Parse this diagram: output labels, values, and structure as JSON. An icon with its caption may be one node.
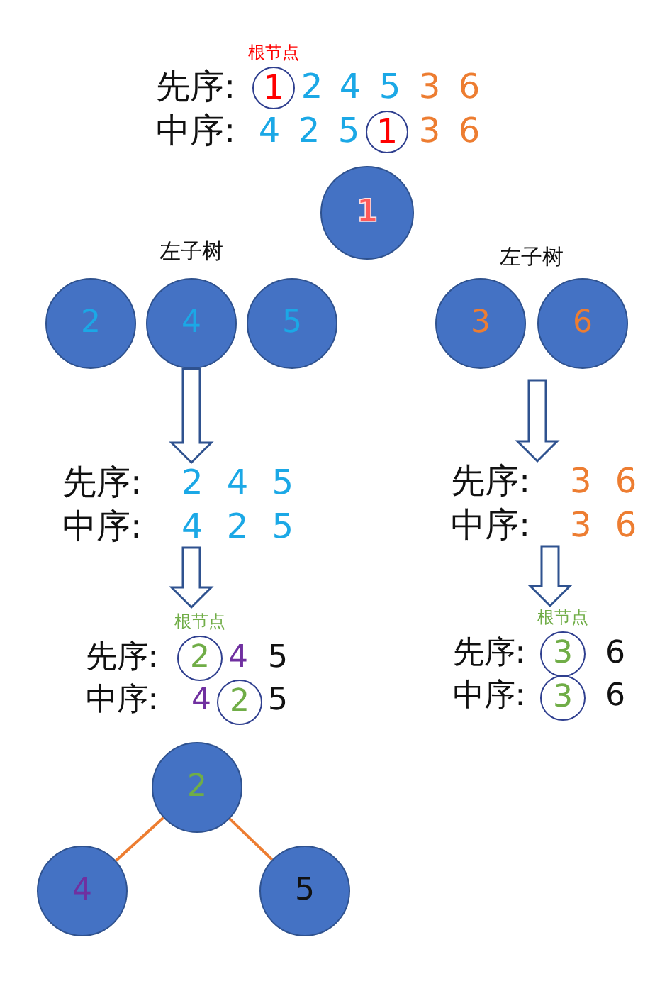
{
  "diagram": {
    "nodes": [
      {
        "text": [
          "1"
        ],
        "beside": [
          "根节点"
        ]
      },
      {
        "text": [
          "1"
        ]
      },
      {
        "text": [
          "1"
        ]
      },
      {
        "text": [
          "2"
        ]
      },
      {
        "text": [
          "4"
        ]
      },
      {
        "text": [
          "5"
        ]
      },
      {
        "text": [
          "3"
        ]
      },
      {
        "text": [
          "6"
        ]
      },
      {
        "text": [
          "先序:",
          "2 4 5",
          "中序:",
          "4 2 5"
        ]
      },
      {
        "text": [
          "先序:",
          "3 6",
          "中序:",
          "3 6"
        ]
      },
      {
        "text": [
          "2"
        ],
        "beside": [
          "根节点"
        ]
      },
      {
        "text": [
          "2"
        ]
      },
      {
        "text": [
          "3"
        ],
        "beside": [
          "根节点"
        ]
      },
      {
        "text": [
          "3"
        ]
      },
      {
        "text": [
          "2"
        ]
      },
      {
        "text": [
          "4"
        ]
      },
      {
        "text": [
          "5"
        ]
      }
    ],
    "edges": [
      {
        "from": 4,
        "to": 8,
        "arrow": "to"
      },
      {
        "from": null,
        "to": 9,
        "arrow": "to"
      },
      {
        "from": 8,
        "to": 10,
        "arrow": "to"
      },
      {
        "from": 9,
        "to": 12,
        "arrow": "to"
      },
      {
        "from": 14,
        "to": 15,
        "arrow": "none",
        "color": "#ed7d31"
      },
      {
        "from": 14,
        "to": 16,
        "arrow": "none",
        "color": "#ed7d31"
      }
    ],
    "labels": [
      "先序:",
      "2",
      "4",
      "5",
      "3",
      "6",
      "中序:",
      "4",
      "2",
      "5",
      "3",
      "6",
      "左子树",
      "左子树",
      "先序:",
      "4",
      "5",
      "中序:",
      "4",
      "5",
      "先序:",
      "6",
      "中序:",
      "6"
    ]
  }
}
